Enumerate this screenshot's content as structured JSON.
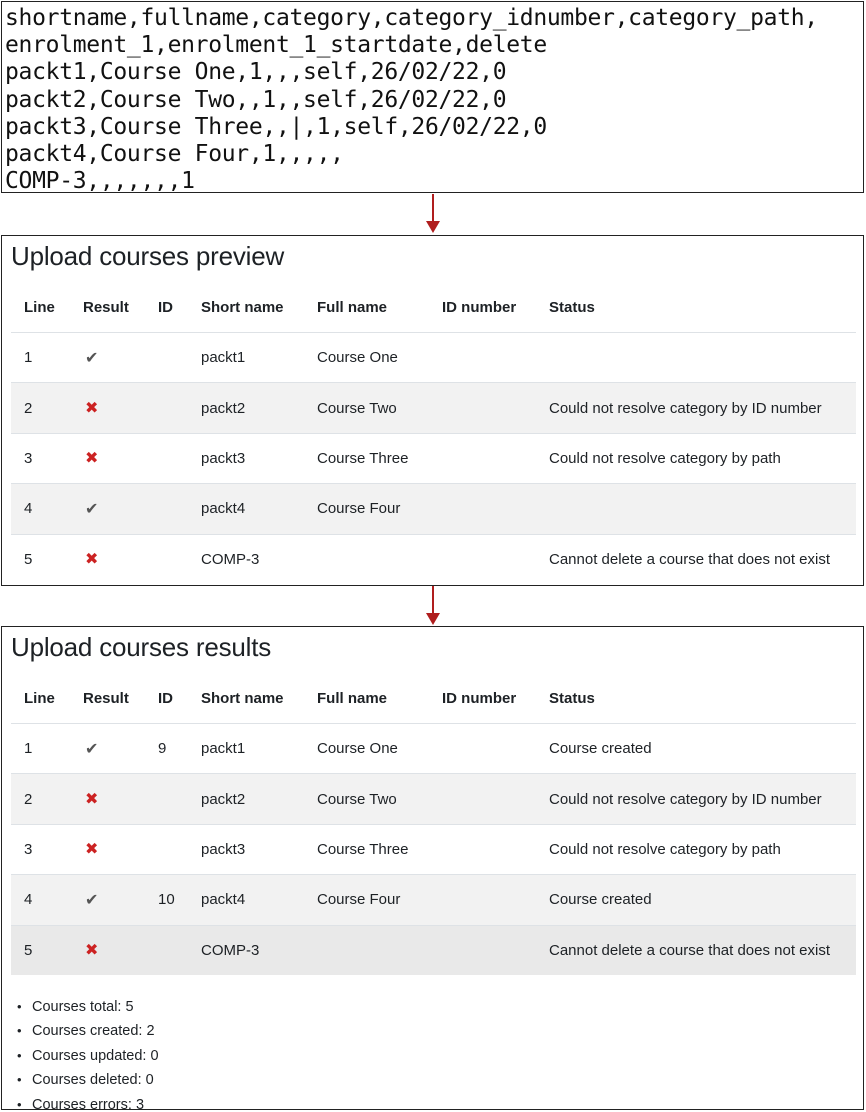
{
  "csv": {
    "lines": [
      "shortname,fullname,category,category_idnumber,category_path,",
      "enrolment_1,enrolment_1_startdate,delete",
      "packt1,Course One,1,,,self,26/02/22,0",
      "packt2,Course Two,,1,,self,26/02/22,0",
      "packt3,Course Three,,|,1,self,26/02/22,0",
      "packt4,Course Four,1,,,,,",
      "COMP-3,,,,,,,1"
    ]
  },
  "columns": [
    "Line",
    "Result",
    "ID",
    "Short name",
    "Full name",
    "ID number",
    "Status"
  ],
  "preview": {
    "title": "Upload courses preview",
    "rows": [
      {
        "line": "1",
        "ok": true,
        "id": "",
        "short": "packt1",
        "full": "Course One",
        "idnumber": "",
        "status": ""
      },
      {
        "line": "2",
        "ok": false,
        "id": "",
        "short": "packt2",
        "full": "Course Two",
        "idnumber": "",
        "status": "Could not resolve category by ID number"
      },
      {
        "line": "3",
        "ok": false,
        "id": "",
        "short": "packt3",
        "full": "Course Three",
        "idnumber": "",
        "status": "Could not resolve category by path"
      },
      {
        "line": "4",
        "ok": true,
        "id": "",
        "short": "packt4",
        "full": "Course Four",
        "idnumber": "",
        "status": ""
      },
      {
        "line": "5",
        "ok": false,
        "id": "",
        "short": "COMP-3",
        "full": "",
        "idnumber": "",
        "status": "Cannot delete a course that does not exist"
      }
    ]
  },
  "results": {
    "title": "Upload courses results",
    "rows": [
      {
        "line": "1",
        "ok": true,
        "id": "9",
        "short": "packt1",
        "full": "Course One",
        "idnumber": "",
        "status": "Course created"
      },
      {
        "line": "2",
        "ok": false,
        "id": "",
        "short": "packt2",
        "full": "Course Two",
        "idnumber": "",
        "status": "Could not resolve category by ID number"
      },
      {
        "line": "3",
        "ok": false,
        "id": "",
        "short": "packt3",
        "full": "Course Three",
        "idnumber": "",
        "status": "Could not resolve category by path"
      },
      {
        "line": "4",
        "ok": true,
        "id": "10",
        "short": "packt4",
        "full": "Course Four",
        "idnumber": "",
        "status": "Course created"
      },
      {
        "line": "5",
        "ok": false,
        "id": "",
        "short": "COMP-3",
        "full": "",
        "idnumber": "",
        "status": "Cannot delete a course that does not exist"
      }
    ],
    "summary": [
      "Courses total: 5",
      "Courses created: 2",
      "Courses updated: 0",
      "Courses deleted: 0",
      "Courses errors: 3"
    ]
  },
  "icons": {
    "success": {
      "name": "check-icon",
      "glyph": "✔",
      "color": "#555555"
    },
    "error": {
      "name": "cross-icon",
      "glyph": "✖",
      "color": "#cc2222"
    },
    "bullet": "•"
  },
  "colors": {
    "arrow": "#b01e1e",
    "stripe": "#f2f2f2",
    "hover_row": "#e9e9e9"
  }
}
